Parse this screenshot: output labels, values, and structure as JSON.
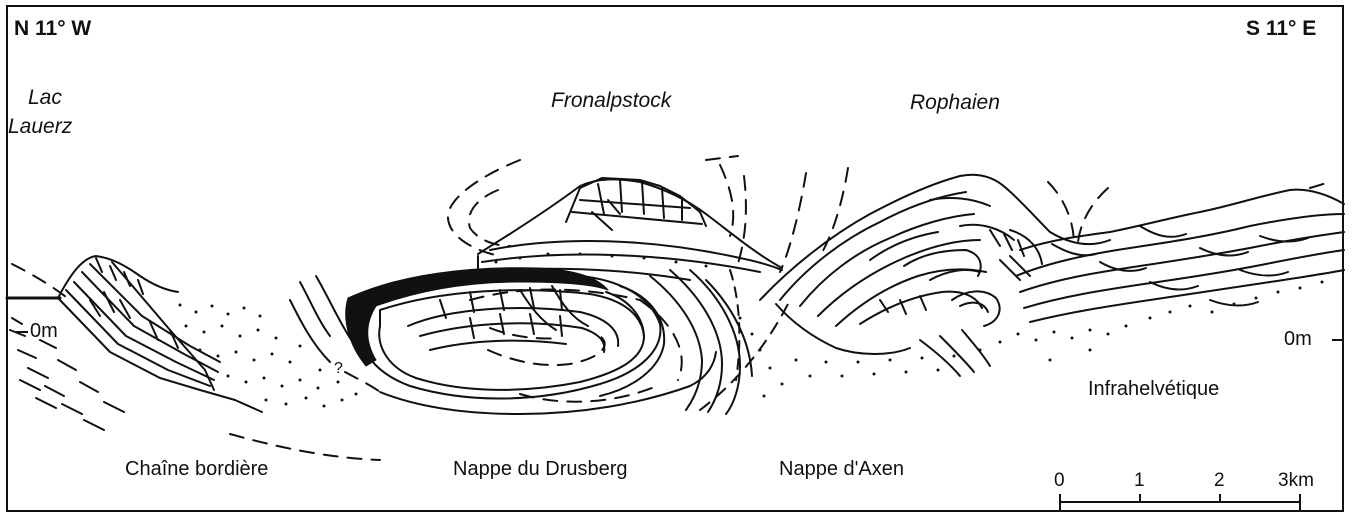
{
  "orientation": {
    "left": "N 11° W",
    "right": "S 11° E"
  },
  "places": {
    "lac_line1": "Lac",
    "lac_line2": "Lauerz",
    "fronalpstock": "Fronalpstock",
    "rophaien": "Rophaien"
  },
  "levels": {
    "left": "0m",
    "right": "0m"
  },
  "units": {
    "chaine": "Chaîne bordière",
    "drusberg": "Nappe du Drusberg",
    "axen": "Nappe d'Axen",
    "infra": "Infrahelvétique"
  },
  "query_mark": "?",
  "scale": {
    "ticks": [
      "0",
      "1",
      "2",
      "3km"
    ]
  }
}
